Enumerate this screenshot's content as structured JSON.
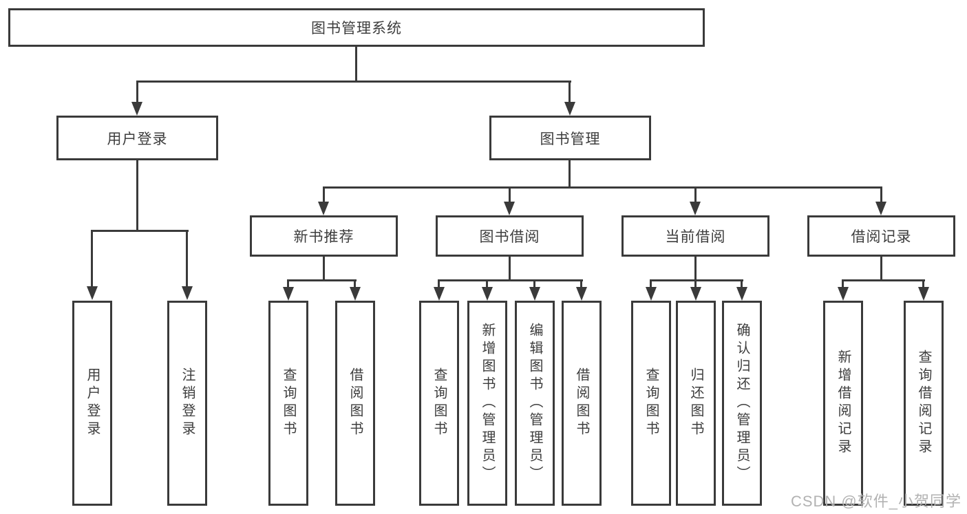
{
  "tree": {
    "root": {
      "label": "图书管理系统"
    },
    "branches": [
      {
        "label": "用户登录",
        "children": [
          {
            "label": "用户登录"
          },
          {
            "label": "注销登录"
          }
        ]
      },
      {
        "label": "图书管理",
        "sections": [
          {
            "label": "新书推荐",
            "children": [
              {
                "label": "查询图书"
              },
              {
                "label": "借阅图书"
              }
            ]
          },
          {
            "label": "图书借阅",
            "children": [
              {
                "label": "查询图书"
              },
              {
                "label": "新增图书（管理员）"
              },
              {
                "label": "编辑图书（管理员）"
              },
              {
                "label": "借阅图书"
              }
            ]
          },
          {
            "label": "当前借阅",
            "children": [
              {
                "label": "查询图书"
              },
              {
                "label": "归还图书"
              },
              {
                "label": "确认归还（管理员）"
              }
            ]
          },
          {
            "label": "借阅记录",
            "children": [
              {
                "label": "新增借阅记录"
              },
              {
                "label": "查询借阅记录"
              }
            ]
          }
        ]
      }
    ]
  },
  "watermark": {
    "text": "CSDN @软件_小贺同学"
  },
  "colors": {
    "line": "#3a3a3a",
    "text": "#3d3d3d",
    "watermark": "#b2b2b2",
    "background": "#ffffff"
  }
}
